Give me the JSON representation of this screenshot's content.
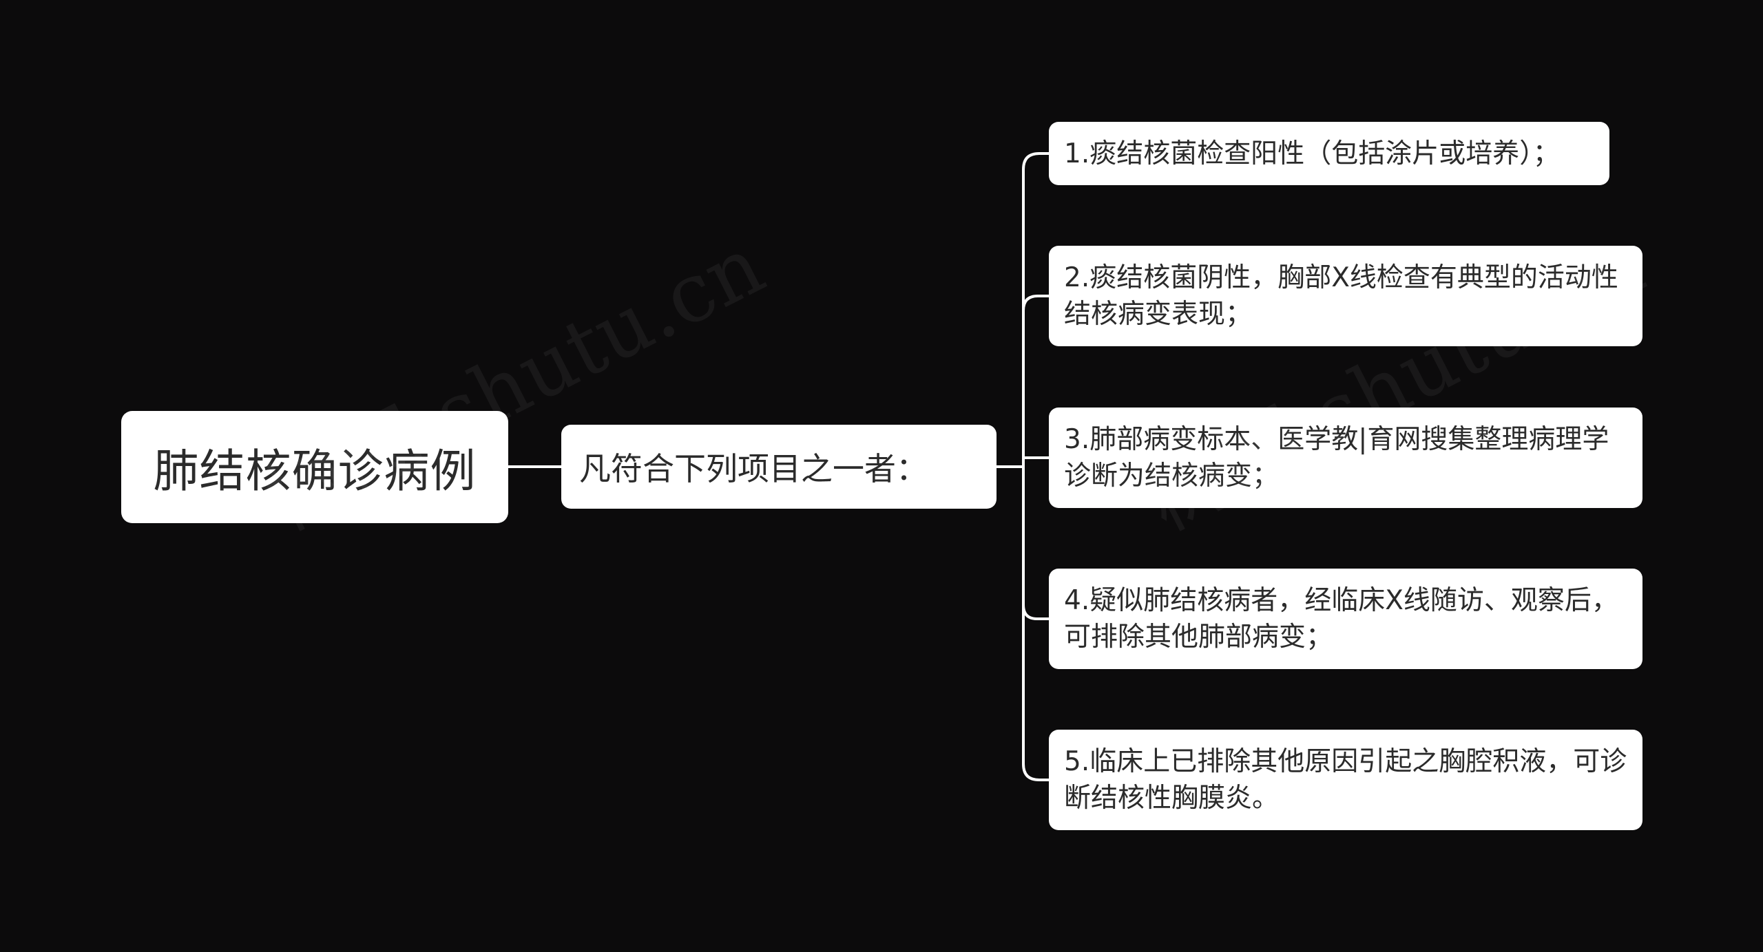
{
  "mindmap": {
    "root": "肺结核确诊病例",
    "branch": "凡符合下列项目之一者：",
    "items": [
      "1.痰结核菌检查阳性（包括涂片或培养）；",
      "2.痰结核菌阴性，胸部X线检查有典型的活动性结核病变表现；",
      "3.肺部病变标本、医学教|育网搜集整理病理学诊断为结核病变；",
      "4.疑似肺结核病者，经临床X线随访、观察后，可排除其他肺部病变；",
      "5.临床上已排除其他原因引起之胸腔积液，可诊断结核性胸膜炎。"
    ]
  },
  "watermark": "树图 shutu.cn",
  "colors": {
    "background": "#0c0b0c",
    "node_fill": "#ffffff",
    "connector": "#ffffff",
    "text": "#2b2b2b"
  }
}
